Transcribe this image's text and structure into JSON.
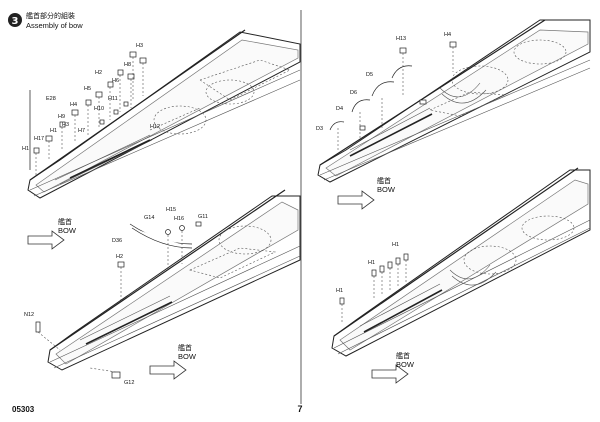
{
  "step": {
    "number": "3",
    "title_cn": "艦首部分的組裝",
    "title_en": "Assembly of bow"
  },
  "footer": {
    "code": "05303",
    "page_number": "7"
  },
  "panels": [
    {
      "id": "top-left",
      "bow_label_cn": "艦首",
      "bow_label_en": "BOW",
      "callouts": [
        "H3",
        "E28",
        "H2",
        "H8",
        "H6",
        "H5",
        "H11",
        "H4",
        "H10",
        "H9",
        "H3",
        "H17",
        "H7",
        "H1",
        "H12",
        "H1"
      ]
    },
    {
      "id": "top-right",
      "bow_label_cn": "艦首",
      "bow_label_en": "BOW",
      "callouts": [
        "H13",
        "H4",
        "D5",
        "D6",
        "D4",
        "D3"
      ]
    },
    {
      "id": "bottom-left",
      "bow_label_cn": "艦首",
      "bow_label_en": "BOW",
      "callouts": [
        "G14",
        "H15",
        "H16",
        "G11",
        "D36",
        "H2",
        "N12",
        "G12"
      ]
    },
    {
      "id": "bottom-right",
      "bow_label_cn": "艦首",
      "bow_label_en": "BOW",
      "callouts": [
        "H1",
        "H1",
        "H1"
      ]
    }
  ]
}
